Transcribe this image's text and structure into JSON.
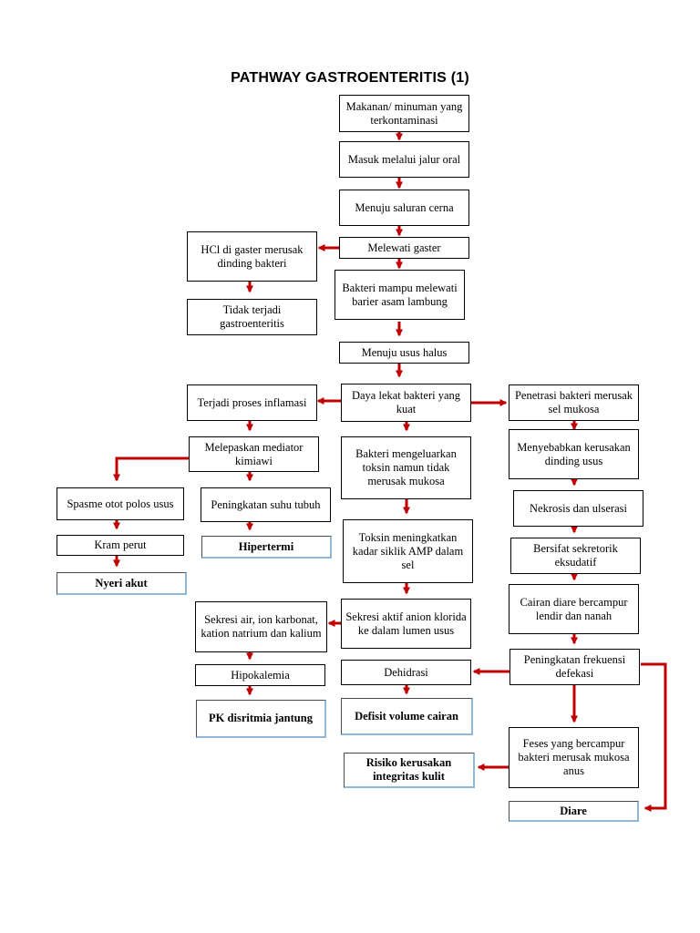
{
  "title": "PATHWAY GASTROENTERITIS (1)",
  "colors": {
    "arrow": "#c00000",
    "box_border": "#000000",
    "diagnosis_shadow": "#8fb7d8"
  },
  "nodes": {
    "makanan": "Makanan/ minuman yang terkontaminasi",
    "masuk": "Masuk melalui jalur oral",
    "menuju_saluran": "Menuju saluran cerna",
    "melewati_gaster": "Melewati gaster",
    "hcl": "HCl di gaster merusak dinding bakteri",
    "tidak_terjadi": "Tidak terjadi gastroenteritis",
    "bakteri_mampu": "Bakteri mampu melewati barier asam lambung",
    "menuju_usus": "Menuju usus halus",
    "daya_lekat": "Daya lekat bakteri yang kuat",
    "terjadi_inflamasi": "Terjadi proses inflamasi",
    "penetrasi": "Penetrasi bakteri merusak sel mukosa",
    "melepaskan": "Melepaskan mediator kimiawi",
    "bakteri_toksin": "Bakteri mengeluarkan toksin namun tidak merusak mukosa",
    "menyebabkan": "Menyebabkan kerusakan dinding usus",
    "spasme": "Spasme otot polos usus",
    "peningkatan_suhu": "Peningkatan suhu tubuh",
    "nekrosis": "Nekrosis dan ulserasi",
    "kram": "Kram perut",
    "hipertermi": "Hipertermi",
    "toksin_ampk": "Toksin meningkatkan kadar siklik AMP dalam sel",
    "sekretorik": "Bersifat sekretorik eksudatif",
    "nyeri": "Nyeri akut",
    "cairan_diare": "Cairan diare bercampur lendir dan nanah",
    "sekresi_air": "Sekresi air, ion karbonat, kation natrium dan kalium",
    "sekresi_aktif": "Sekresi aktif anion klorida ke dalam lumen usus",
    "peningkatan_frek": "Peningkatan frekuensi defekasi",
    "hipokalemia": "Hipokalemia",
    "dehidrasi": "Dehidrasi",
    "pk_disritmia": "PK disritmia jantung",
    "defisit": "Defisit volume cairan",
    "feses": "Feses yang bercampur bakteri merusak mukosa anus",
    "risiko": "Risiko kerusakan integritas kulit",
    "diare": "Diare"
  }
}
